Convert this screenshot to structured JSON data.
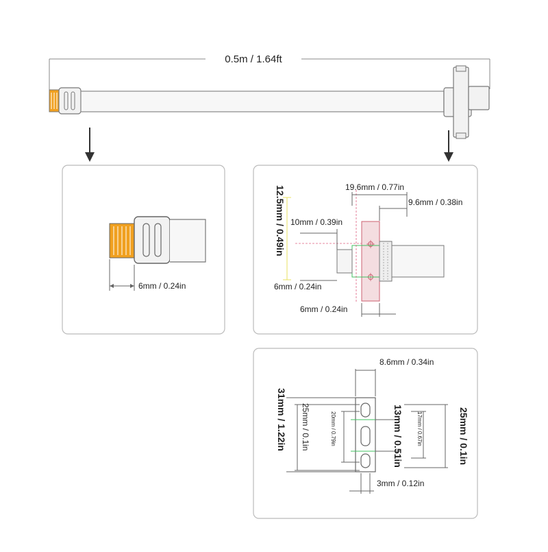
{
  "overall_length_label": "0.5m / 1.64ft",
  "panel_left": {
    "dim_width": "6mm / 0.24in"
  },
  "panel_right_top": {
    "dim_total_width": "19.6mm / 0.77in",
    "dim_body_width": "9.6mm / 0.38in",
    "dim_height": "12.5mm / 0.49in",
    "dim_offset": "10mm / 0.39in",
    "dim_plug": "6mm / 0.24in",
    "dim_flange": "6mm / 0.24in"
  },
  "panel_right_bottom": {
    "dim_width": "8.6mm / 0.34in",
    "dim_total_height": "31mm / 1.22in",
    "dim_hole_span": "25mm / 0.1in",
    "dim_center_span": "20mm / 0.79in",
    "dim_slot_height": "13mm / 0.51in",
    "dim_slot_span": "17mm / 0.67in",
    "dim_hole_span_right": "25mm / 0.1in",
    "dim_bottom": "3mm / 0.12in"
  },
  "colors": {
    "line": "#777777",
    "panel_border": "#bbbbbb",
    "contacts": "#f0a020",
    "pink_dims": "#e06080",
    "yellow_dims": "#e8e060",
    "green_body": "#40c060"
  }
}
